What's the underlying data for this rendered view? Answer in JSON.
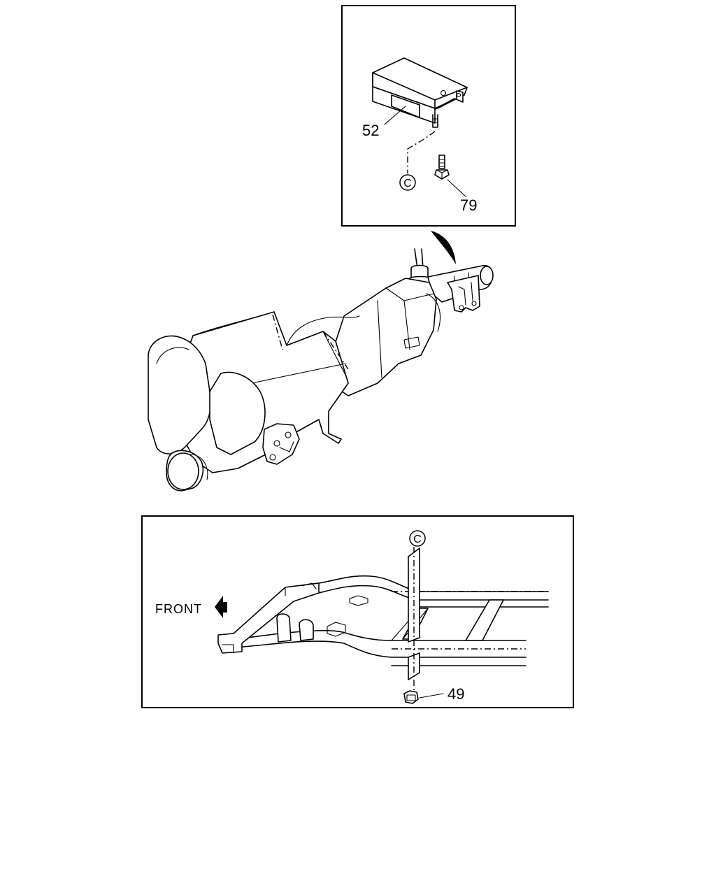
{
  "callouts": {
    "part_52": "52",
    "part_79": "79",
    "part_49": "49",
    "connector_top": "C",
    "connector_bottom": "C"
  },
  "labels": {
    "front": "FRONT"
  },
  "icons": {
    "front_arrow": "arrow-left-icon",
    "connector_marker": "circled-letter-icon"
  },
  "colors": {
    "line": "#000000",
    "background": "#ffffff"
  }
}
